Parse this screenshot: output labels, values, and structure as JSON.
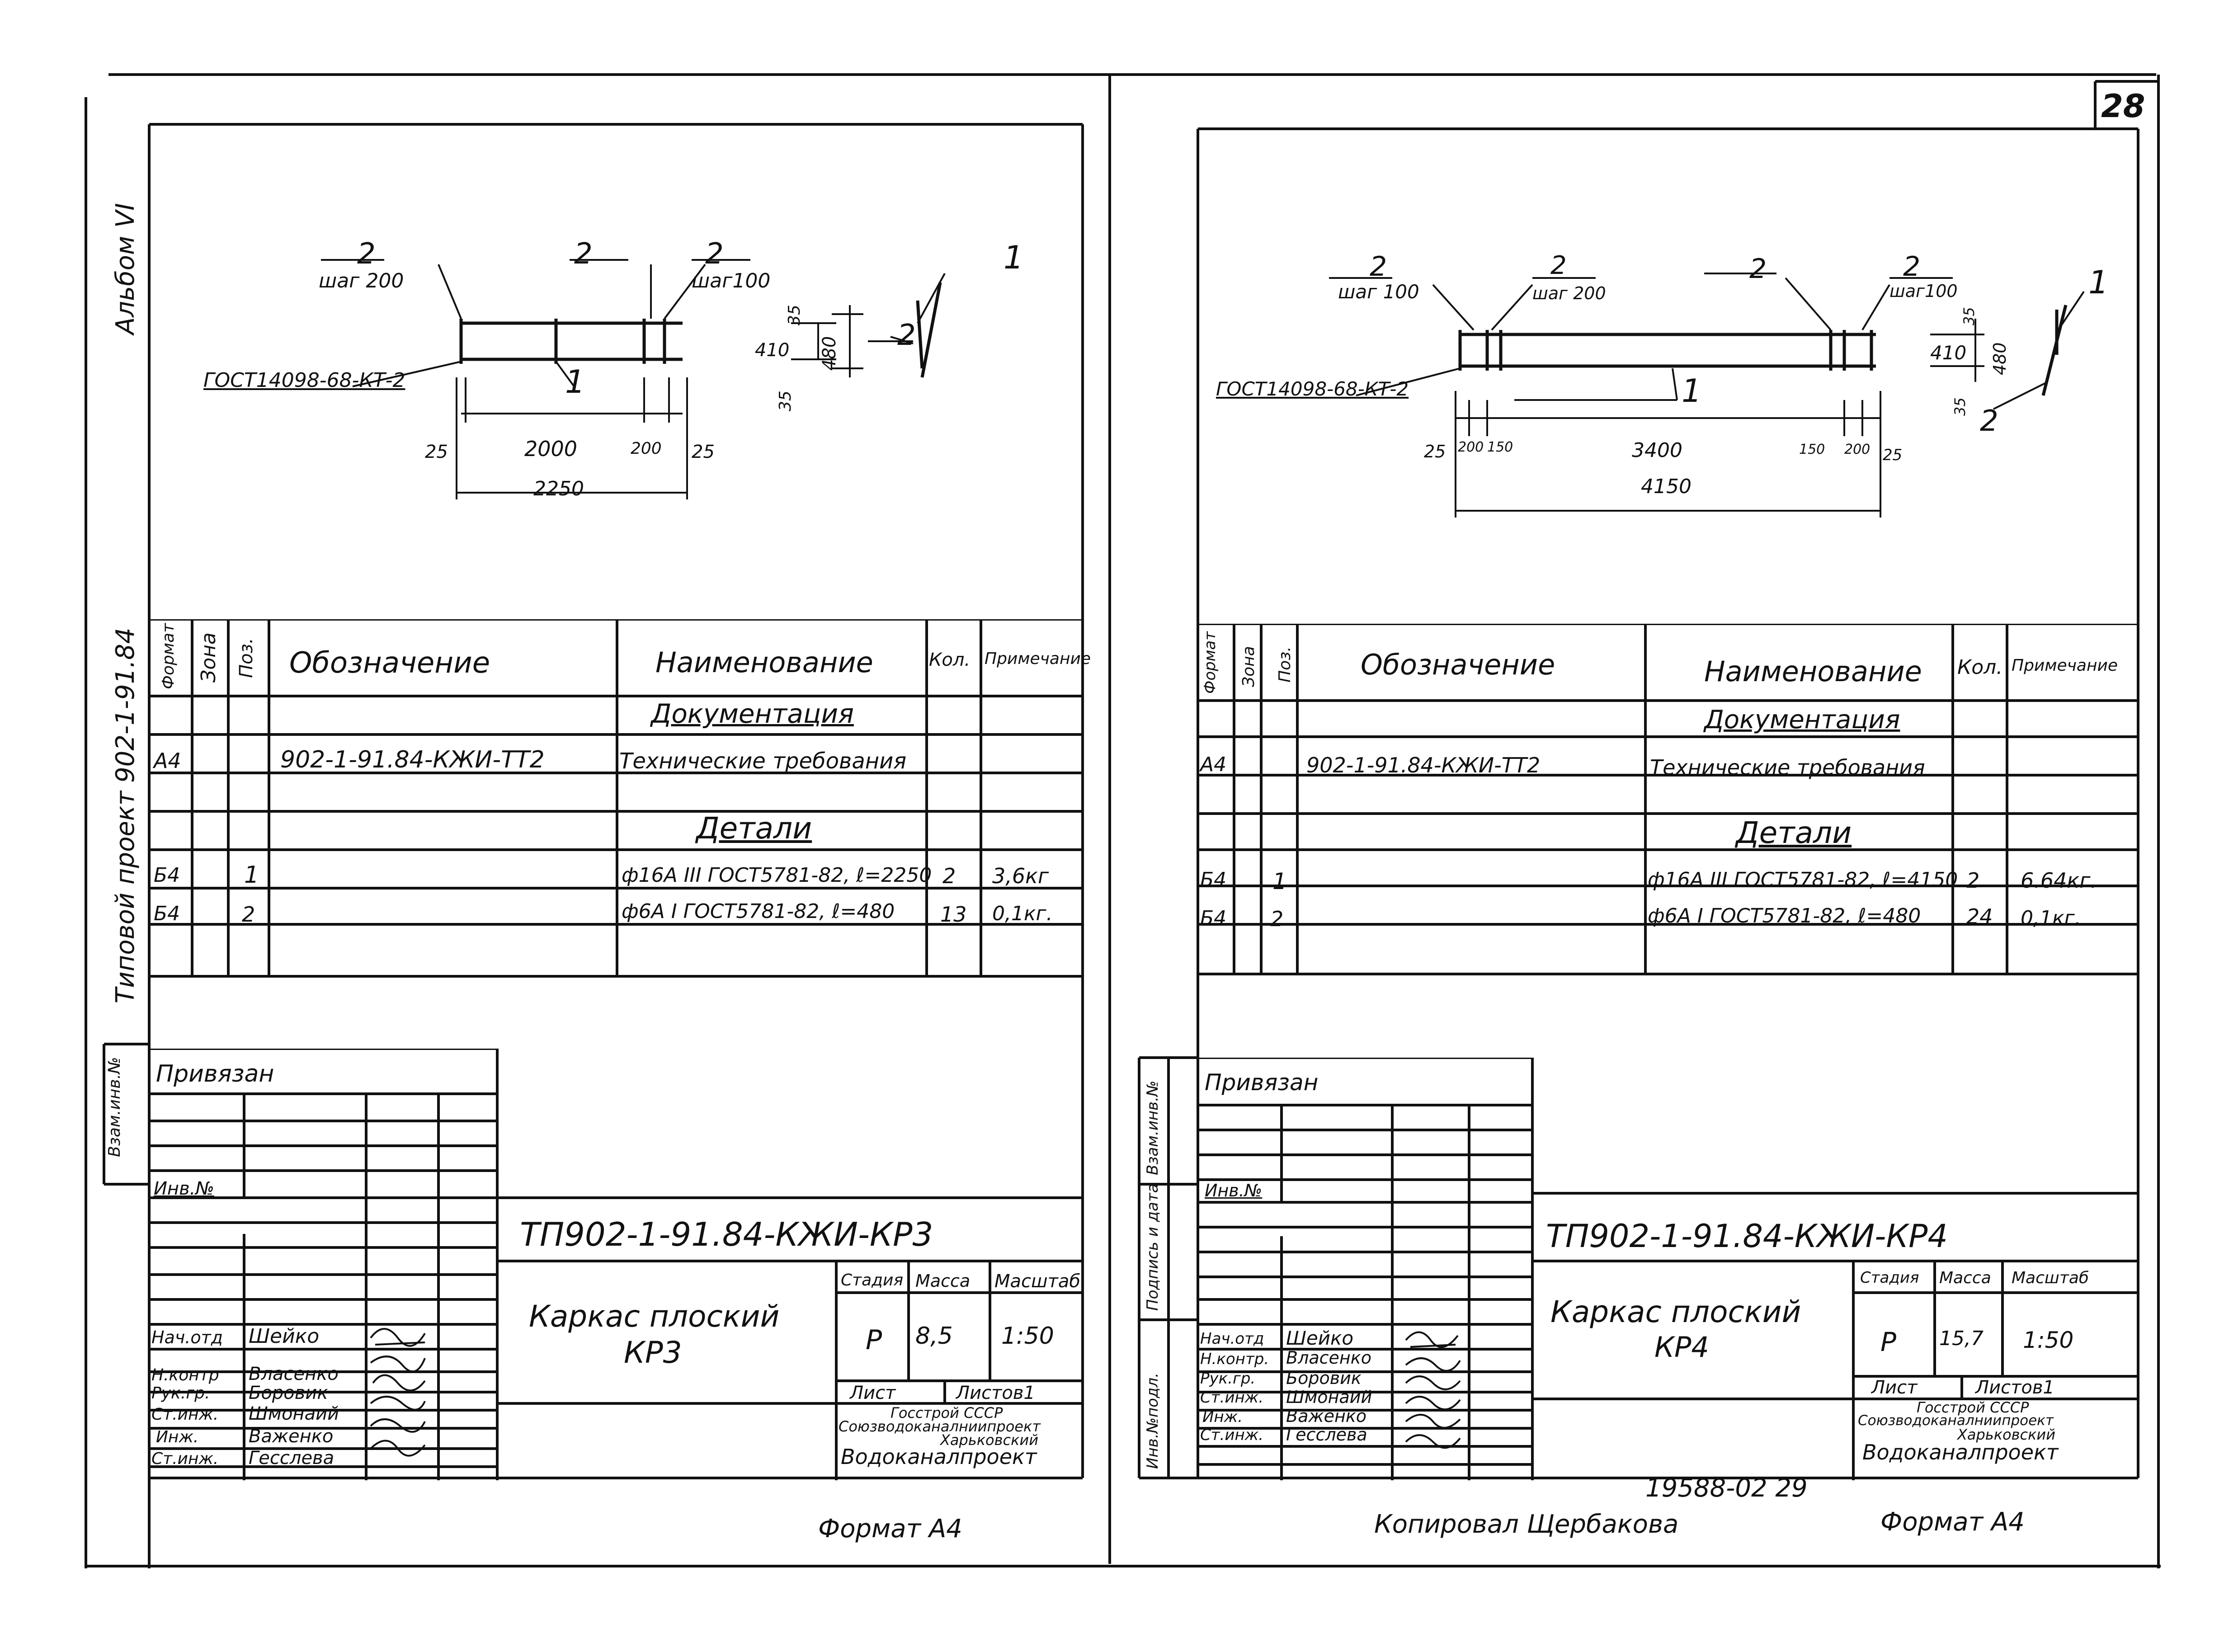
{
  "page_number": "28",
  "left_margin": {
    "album": "Альбом VI",
    "project": "Типовой проект 902-1-91.84",
    "stamp": "Взам.инв.№"
  },
  "right_margin": {
    "field_1": "Инв.№подл.",
    "field_2": "Подпись и дата",
    "field_3": "Взам.инв.№"
  },
  "sheets": [
    {
      "id": "kp3",
      "drawing": {
        "pos1": "1",
        "pos2": "2",
        "step_left": "шаг 200",
        "step_right": "шаг100",
        "gost_label": "ГОСТ14098-68-КТ-2",
        "dims_horiz": [
          "25",
          "2000",
          "200",
          "25"
        ],
        "dim_total": "2250",
        "dims_vert": [
          "35",
          "410",
          "480",
          "35"
        ]
      },
      "table": {
        "headers": {
          "format": "Формат",
          "zone": "Зона",
          "pos": "Поз.",
          "designation": "Обозначение",
          "name": "Наименование",
          "qty": "Кол.",
          "note": "Примечание"
        },
        "section_doc": "Документация",
        "doc_row": {
          "format": "А4",
          "designation": "902-1-91.84-КЖИ-ТТ2",
          "name": "Технические требования"
        },
        "section_parts": "Детали",
        "rows": [
          {
            "format": "Б4",
            "pos": "1",
            "name": "ф16А III ГОСТ5781-82, ℓ=2250",
            "qty": "2",
            "note": "3,6кг"
          },
          {
            "format": "Б4",
            "pos": "2",
            "name": "ф6А I ГОСТ5781-82, ℓ=480",
            "qty": "13",
            "note": "0,1кг."
          }
        ]
      },
      "title_block": {
        "privyazan": "Привязан",
        "inv_no": "Инв.№",
        "code": "ТП902-1-91.84-КЖИ-КР3",
        "title_line1": "Каркас плоский",
        "title_line2": "КР3",
        "col_stage": "Стадия",
        "col_mass": "Масса",
        "col_scale": "Масштаб",
        "stage": "Р",
        "mass": "8,5",
        "scale": "1:50",
        "sheet": "Лист",
        "sheets": "Листов1",
        "org_lines": [
          "Госстрой СССР",
          "Союзводоканалниипроект",
          "Харьковский",
          "Водоканалпроект"
        ],
        "roles": [
          {
            "role": "Нач.отд",
            "name": "Шейко"
          },
          {
            "role": "Н.контр",
            "name": "Власенко"
          },
          {
            "role": "Рук.гр.",
            "name": "Боровик"
          },
          {
            "role": "Ст.инж.",
            "name": "Шмонаий"
          },
          {
            "role": "Инж.",
            "name": "Важенко"
          },
          {
            "role": "Ст.инж.",
            "name": "Гесслева"
          }
        ]
      },
      "format_label": "Формат А4"
    },
    {
      "id": "kp4",
      "drawing": {
        "pos1": "1",
        "pos2": "2",
        "step_left": "шаг 100",
        "step_mid": "шаг 200",
        "step_right": "шаг100",
        "gost_label": "ГОСТ14098-68-КТ-2",
        "dims_horiz": [
          "25",
          "200",
          "150",
          "3400",
          "150",
          "200",
          "25"
        ],
        "dim_total": "4150",
        "dims_vert": [
          "35",
          "410",
          "480",
          "35"
        ]
      },
      "table": {
        "headers": {
          "format": "Формат",
          "zone": "Зона",
          "pos": "Поз.",
          "designation": "Обозначение",
          "name": "Наименование",
          "qty": "Кол.",
          "note": "Примечание"
        },
        "section_doc": "Документация",
        "doc_row": {
          "format": "А4",
          "designation": "902-1-91.84-КЖИ-ТТ2",
          "name": "Технические требования"
        },
        "section_parts": "Детали",
        "rows": [
          {
            "format": "Б4",
            "pos": "1",
            "name": "ф16А III ГОСТ5781-82, ℓ=4150",
            "qty": "2",
            "note": "6.64кг."
          },
          {
            "format": "Б4",
            "pos": "2",
            "name": "ф6А I ГОСТ5781-82, ℓ=480",
            "qty": "24",
            "note": "0,1кг."
          }
        ]
      },
      "title_block": {
        "privyazan": "Привязан",
        "inv_no": "Инв.№",
        "code": "ТП902-1-91.84-КЖИ-КР4",
        "title_line1": "Каркас плоский",
        "title_line2": "КР4",
        "col_stage": "Стадия",
        "col_mass": "Масса",
        "col_scale": "Масштаб",
        "stage": "Р",
        "mass": "15,7",
        "scale": "1:50",
        "sheet": "Лист",
        "sheets": "Листов1",
        "org_lines": [
          "Госстрой СССР",
          "Союзводоканалниипроект",
          "Харьковский",
          "Водоканалпроект"
        ],
        "roles": [
          {
            "role": "Нач.отд",
            "name": "Шейко"
          },
          {
            "role": "Н.контр.",
            "name": "Власенко"
          },
          {
            "role": "Рук.гр.",
            "name": "Боровик"
          },
          {
            "role": "Ст.инж.",
            "name": "Шмонаий"
          },
          {
            "role": "Инж.",
            "name": "Важенко"
          },
          {
            "role": "Ст.инж.",
            "name": "Гесслева"
          }
        ]
      },
      "footer_number": "19588-02 29",
      "copied_by": "Копировал Щербакова",
      "format_label": "Формат А4"
    }
  ]
}
